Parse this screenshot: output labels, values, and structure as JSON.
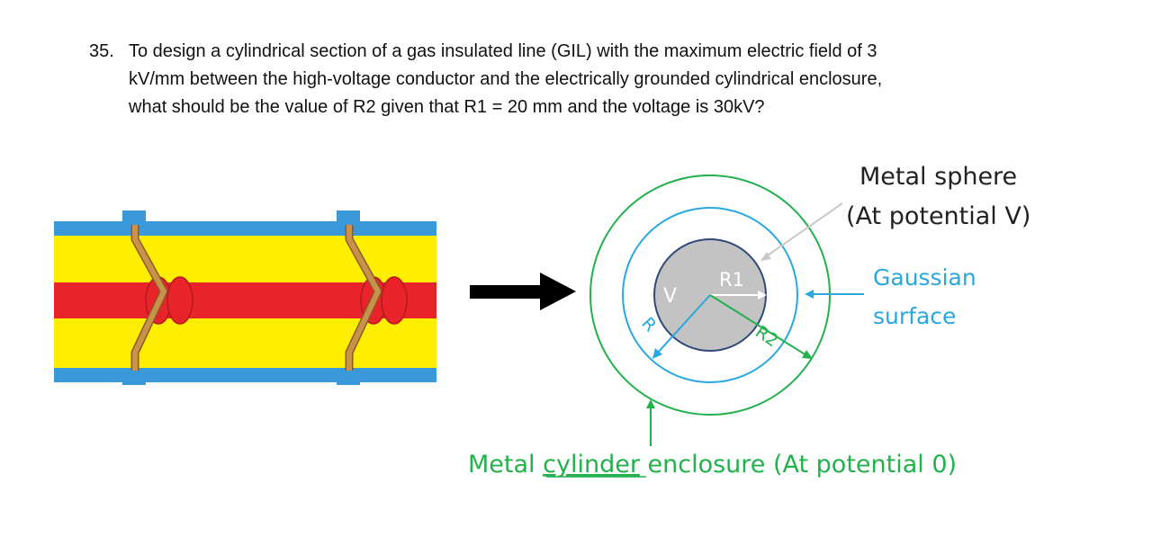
{
  "question": {
    "number": "35.",
    "lines": [
      "To design a cylindrical section of a gas insulated line (GIL) with the maximum electric field of 3",
      "kV/mm between the high-voltage conductor and the electrically grounded cylindrical enclosure,",
      "what should be the value of R2 given that R1 = 20 mm and the voltage is 30kV?"
    ]
  },
  "diagram": {
    "label_sphere_line1": "Metal sphere",
    "label_sphere_line2": "(At potential V)",
    "label_gauss_line1": "Gaussian",
    "label_gauss_line2": "surface",
    "label_v": "V",
    "label_r1": "R1",
    "label_r": "R",
    "label_r2": "R2",
    "label_enclosure_pre": "Metal ",
    "label_enclosure_underlined": "cylinder",
    "label_enclosure_post": " enclosure (At potential 0)",
    "colors": {
      "green": "#22b14c",
      "blue": "#29a8e0",
      "gray_fill": "#c3c3c3",
      "navy": "#2f4a7a",
      "yellow": "#ffee00",
      "red": "#e8232a",
      "copper": "#c8924a",
      "pipe_blue": "#3a9ad9"
    }
  }
}
